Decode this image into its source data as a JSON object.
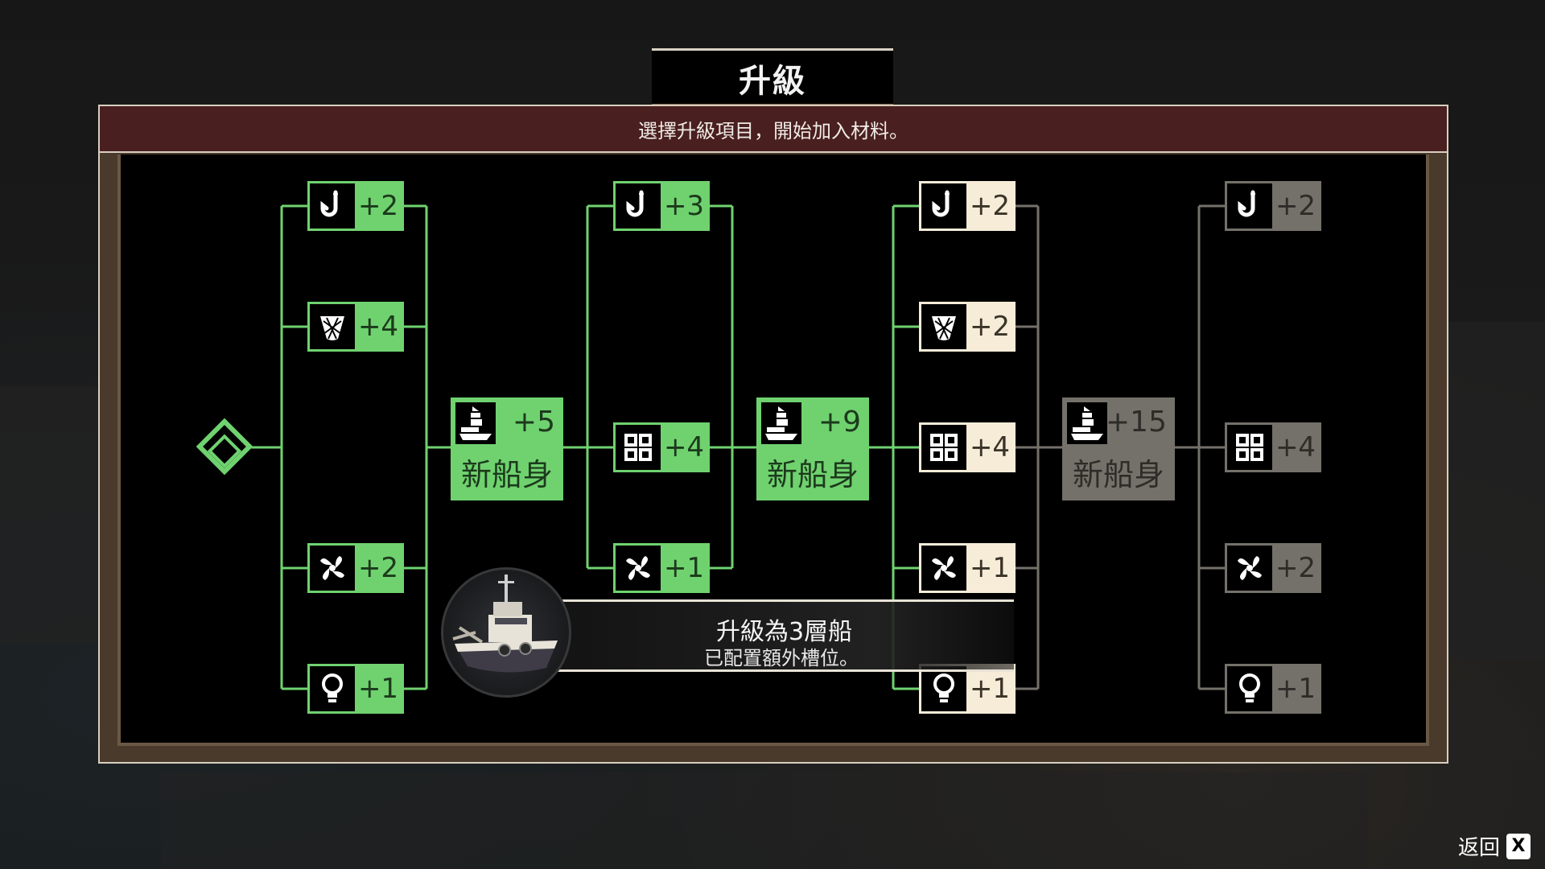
{
  "title": "升級",
  "instruction": "選擇升級項目，開始加入材料。",
  "colors": {
    "unlocked": "#6fd26f",
    "available": "#f6ecd8",
    "locked": "#74716a",
    "banner": "#4a1f20"
  },
  "tiers": [
    {
      "state": "unlocked",
      "items": [
        {
          "icon": "fishing-hook-icon",
          "value": "+2"
        },
        {
          "icon": "net-icon",
          "value": "+4"
        },
        {
          "icon": "engine-fan-icon",
          "value": "+2"
        },
        {
          "icon": "light-bulb-icon",
          "value": "+1"
        }
      ],
      "hull": {
        "icon": "ship-hull-icon",
        "value": "+5",
        "label": "新船身"
      }
    },
    {
      "state": "unlocked",
      "items": [
        {
          "icon": "fishing-hook-icon",
          "value": "+3"
        },
        {
          "icon": "storage-grid-icon",
          "value": "+4"
        },
        {
          "icon": "engine-fan-icon",
          "value": "+1"
        }
      ],
      "hull": {
        "icon": "ship-hull-icon",
        "value": "+9",
        "label": "新船身"
      }
    },
    {
      "state": "available",
      "items": [
        {
          "icon": "fishing-hook-icon",
          "value": "+2"
        },
        {
          "icon": "net-icon",
          "value": "+2"
        },
        {
          "icon": "storage-grid-icon",
          "value": "+4"
        },
        {
          "icon": "engine-fan-icon",
          "value": "+1"
        },
        {
          "icon": "light-bulb-icon",
          "value": "+1"
        }
      ],
      "hull": {
        "icon": "ship-hull-icon",
        "value": "+15",
        "label": "新船身"
      }
    },
    {
      "state": "locked",
      "items": [
        {
          "icon": "fishing-hook-icon",
          "value": "+2"
        },
        {
          "icon": "storage-grid-icon",
          "value": "+4"
        },
        {
          "icon": "engine-fan-icon",
          "value": "+2"
        },
        {
          "icon": "light-bulb-icon",
          "value": "+1"
        }
      ]
    }
  ],
  "tooltip": {
    "title": "升級為3層船",
    "subtitle": "已配置額外槽位。"
  },
  "back": {
    "label": "返回",
    "key": "X"
  }
}
